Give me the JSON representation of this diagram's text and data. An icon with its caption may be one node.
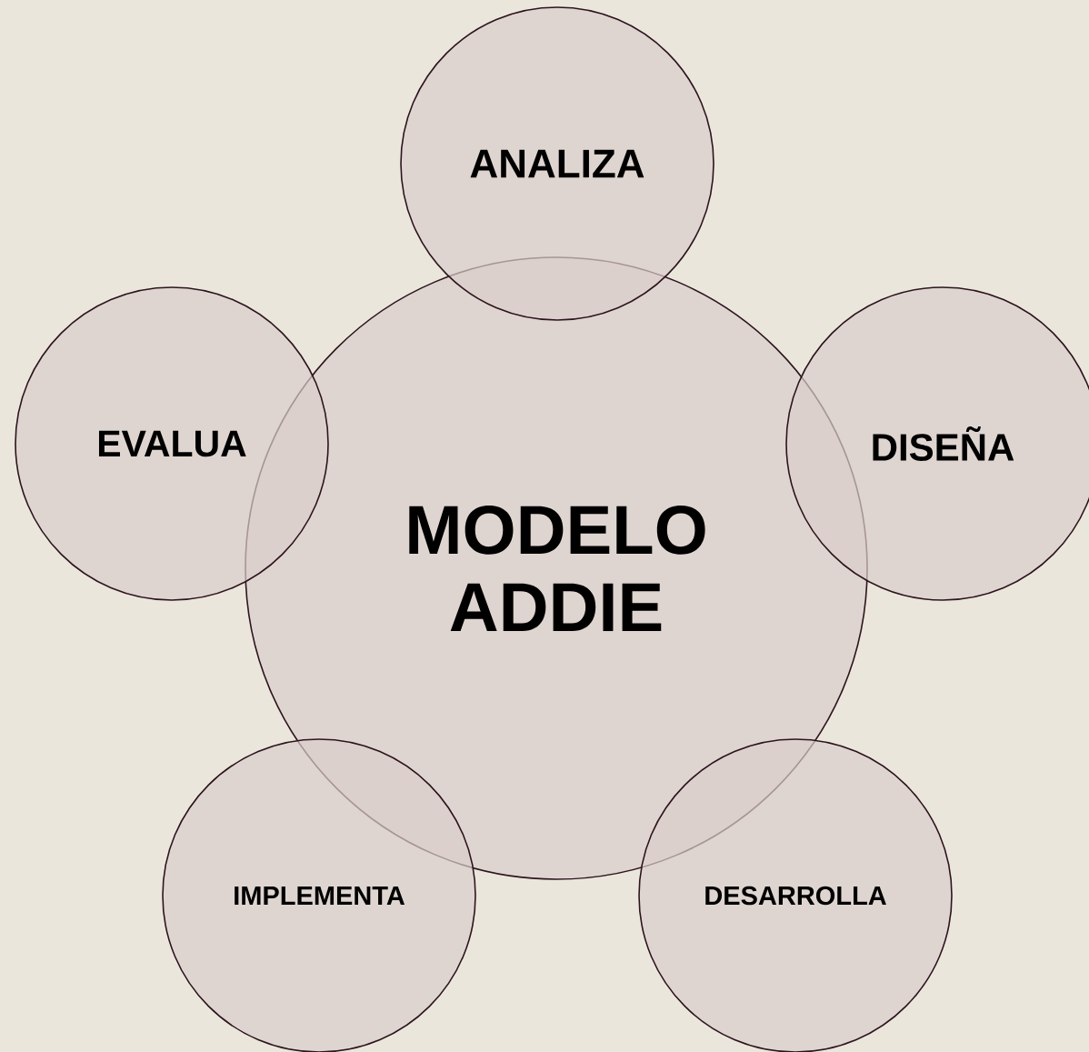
{
  "diagram": {
    "nodes": [
      {
        "text": [
          "MODELO ADDIE"
        ]
      },
      {
        "text": [
          "ANALIZA"
        ]
      },
      {
        "text": [
          "DISEÑA"
        ]
      },
      {
        "text": [
          "DESARROLLA"
        ]
      },
      {
        "text": [
          "IMPLEMENTA"
        ]
      },
      {
        "text": [
          "EVALUA"
        ]
      }
    ]
  }
}
